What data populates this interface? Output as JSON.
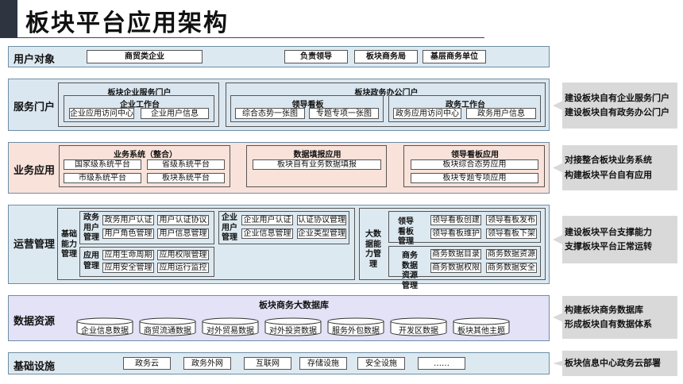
{
  "title": "板块平台应用架构",
  "users": {
    "label": "用户对象",
    "items": [
      "商贸类企业",
      "负责领导",
      "板块商务局",
      "基层商务单位"
    ]
  },
  "portal": {
    "label": "服务门户",
    "enterprise": {
      "title": "板块企业服务门户",
      "workbench": {
        "title": "企业工作台",
        "items": [
          "企业应用访问中心",
          "企业用户信息"
        ]
      }
    },
    "gov": {
      "title": "板块政务办公门户",
      "leader": {
        "title": "领导看板",
        "items": [
          "综合态势一张图",
          "专题专项一张图"
        ]
      },
      "workbench": {
        "title": "政务工作台",
        "items": [
          "政务应用访问中心",
          "政务用户信息"
        ]
      }
    },
    "right": [
      "建设板块自有企业服务门户",
      "建设板块自有政务办公门户"
    ]
  },
  "biz": {
    "label": "业务应用",
    "systems": {
      "title": "业务系统（整合）",
      "items": [
        "国家级系统平台",
        "省级系统平台",
        "市级系统平台",
        "板块系统平台"
      ]
    },
    "fill": {
      "title": "数据填报应用",
      "items": [
        "板块自有业务数据填报"
      ]
    },
    "board": {
      "title": "领导看板应用",
      "items": [
        "板块综合态势应用",
        "板块专题专项应用"
      ]
    },
    "right": [
      "对接整合板块业务系统",
      "构建板块平台自有应用"
    ]
  },
  "ops": {
    "label": "运营管理",
    "basic": "基础能力管理",
    "gov_user": {
      "title": "政务用户管理",
      "items": [
        "政务用户认证",
        "用户认证协议",
        "用户角色管理",
        "用户信息管理"
      ]
    },
    "app": {
      "title": "应用管理",
      "items": [
        "应用生命周期",
        "应用权限管理",
        "应用安全管理",
        "应用运行监控"
      ]
    },
    "ent_user": {
      "title": "企业用户管理",
      "items": [
        "企业用户认证",
        "认证协议管理",
        "企业信息管理",
        "企业类型管理"
      ]
    },
    "bigdata": "大数据能力管理",
    "leader": {
      "title": "领导看板管理",
      "items": [
        "领导看板创建",
        "领导看板发布",
        "领导看板维护",
        "领导看板下架"
      ]
    },
    "asset": {
      "title": "商务数据资源管理",
      "items": [
        "商务数据目录",
        "商务数据资源",
        "商务数据权限",
        "商务数据安全"
      ]
    },
    "right": [
      "建设板块平台支撑能力",
      "支撑板块平台正常运转"
    ]
  },
  "data": {
    "label": "数据资源",
    "title": "板块商务大数据库",
    "items": [
      "企业信息数据",
      "商贸流通数据",
      "对外贸易数据",
      "对外投资数据",
      "服务外包数据",
      "开发区数据",
      "板块其他主题"
    ],
    "right": [
      "构建板块商务数据库",
      "形成板块自有数据体系"
    ]
  },
  "infra": {
    "label": "基础设施",
    "items": [
      "政务云",
      "政务外网",
      "互联网",
      "存储设施",
      "安全设施",
      "……"
    ],
    "right": [
      "板块信息中心政务云部署"
    ]
  },
  "colors": {
    "users_bg": "#dde9f1",
    "portal_bg": "#dbe7f0",
    "biz_bg": "#f9e2da",
    "ops_bg": "#dde9f1",
    "data_bg": "#e4e2f6",
    "infra_bg": "#dde9f1",
    "right_bg": "#d9d9d9"
  }
}
